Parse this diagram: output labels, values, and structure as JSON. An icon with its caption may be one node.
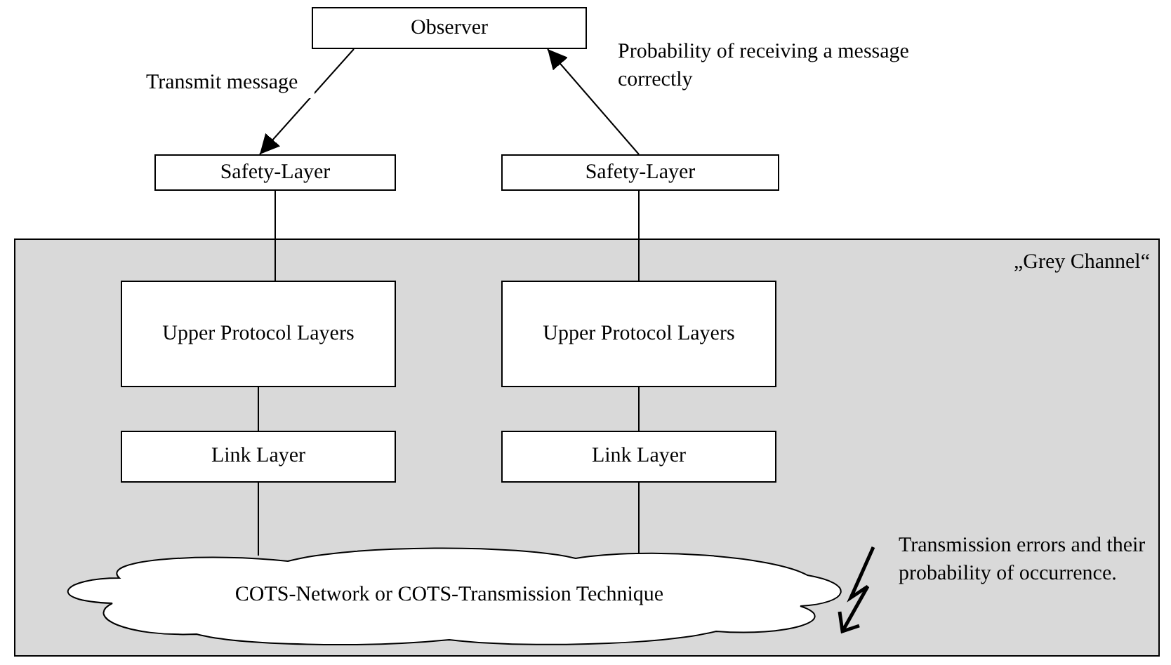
{
  "diagram": {
    "nodes": [
      {
        "text": [
          "Observer"
        ]
      },
      {
        "text": [
          "Safety-Layer"
        ]
      },
      {
        "text": [
          "Safety-Layer"
        ]
      },
      {
        "text": [
          "„Grey Channel“"
        ]
      },
      {
        "text": [
          "Upper Protocol Layers"
        ],
        "in": 3
      },
      {
        "text": [
          "Upper Protocol Layers"
        ],
        "in": 3
      },
      {
        "text": [
          "Link Layer"
        ],
        "in": 3
      },
      {
        "text": [
          "Link Layer"
        ],
        "in": 3
      },
      {
        "text": [
          "COTS-Network or COTS-Transmission Technique"
        ],
        "in": 3
      }
    ],
    "edges": [
      {
        "from": 0,
        "to": 1,
        "arrow": "to",
        "label": "Transmit message"
      },
      {
        "from": 2,
        "to": 0,
        "arrow": "to",
        "label": "Probability of receiving a message correctly"
      },
      {
        "from": 1,
        "to": 4,
        "arrow": "none"
      },
      {
        "from": 4,
        "to": 6,
        "arrow": "none"
      },
      {
        "from": 6,
        "to": 8,
        "arrow": "none"
      },
      {
        "from": 2,
        "to": 5,
        "arrow": "none"
      },
      {
        "from": 5,
        "to": 7,
        "arrow": "none"
      },
      {
        "from": 7,
        "to": 8,
        "arrow": "none"
      }
    ],
    "labels": [
      "Transmission errors and their probability of occurrence."
    ]
  }
}
